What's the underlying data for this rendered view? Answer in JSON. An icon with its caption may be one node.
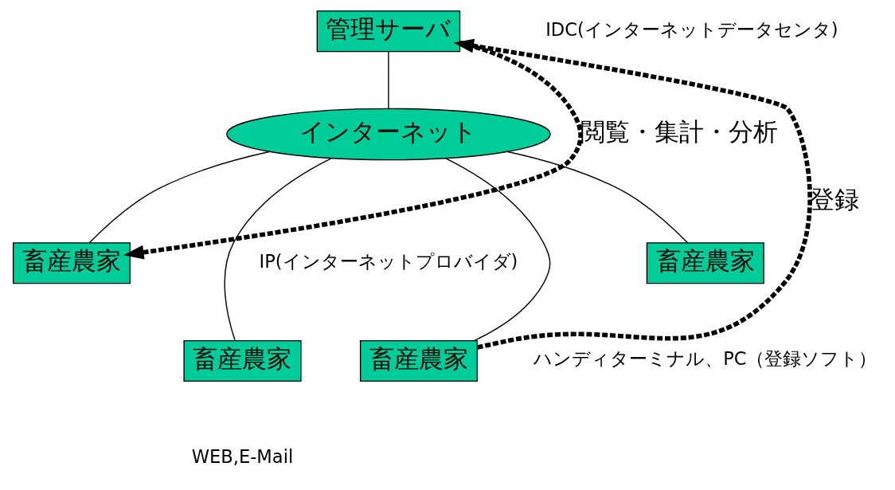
{
  "diagram": {
    "nodes": [
      {
        "text": [
          "管理サーバ"
        ]
      },
      {
        "text": [
          "インターネット"
        ]
      },
      {
        "text": [
          "畜産農家"
        ]
      },
      {
        "text": [
          "畜産農家"
        ]
      },
      {
        "text": [
          "畜産農家"
        ]
      },
      {
        "text": [
          "畜産農家"
        ]
      }
    ],
    "edges": [
      {
        "from": 0,
        "to": 1,
        "arrow": "none"
      },
      {
        "from": 1,
        "to": 2,
        "arrow": "none"
      },
      {
        "from": 1,
        "to": 3,
        "arrow": "none"
      },
      {
        "from": 1,
        "to": 4,
        "arrow": "none"
      },
      {
        "from": 1,
        "to": 5,
        "arrow": "none"
      },
      {
        "from": 2,
        "to": 0,
        "arrow": "to",
        "label": "登録",
        "style": "dashed"
      },
      {
        "from": 0,
        "to": 4,
        "arrow": "to",
        "label": "閲覧・集計・分析",
        "style": "dashed"
      }
    ],
    "labels": [
      "IDC(インターネットデータセンタ)",
      "IP(インターネットプロバイダ)",
      "ハンディターミナル、PC（登録ソフト）",
      "WEB,E-Mail"
    ]
  }
}
